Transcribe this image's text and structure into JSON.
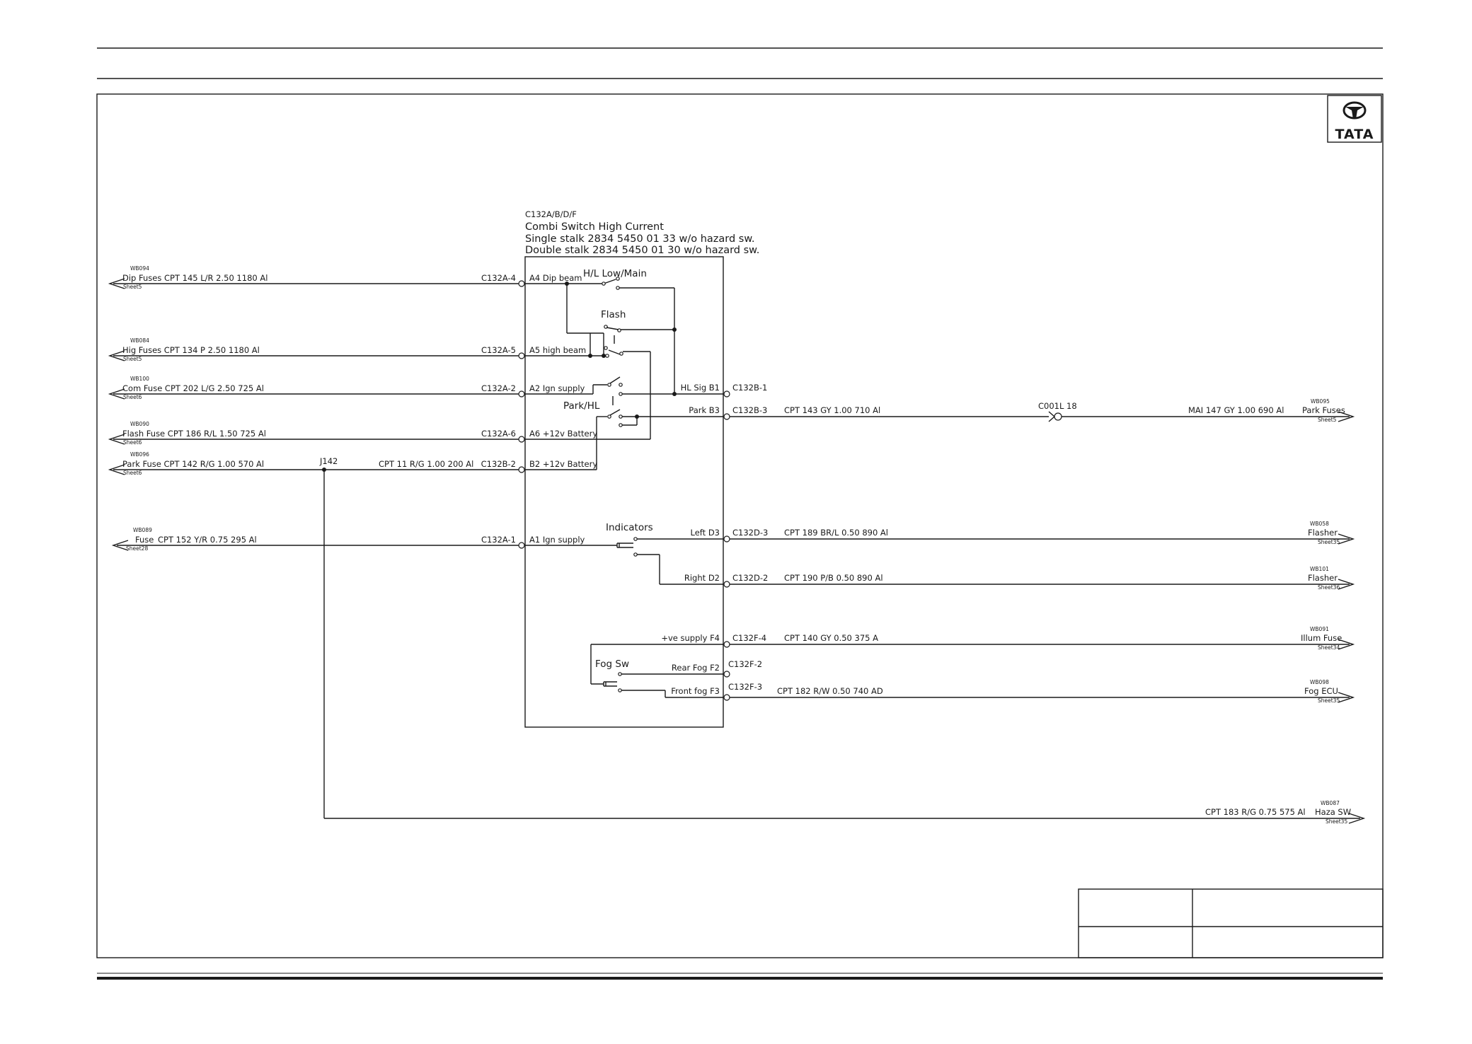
{
  "brand": {
    "logo_text": "TATA"
  },
  "component": {
    "id": "C132A/B/D/F",
    "name": "Combi Switch High Current",
    "single_stalk": "Single stalk 2834 5450 01 33 w/o hazard sw.",
    "double_stalk": "Double stalk 2834 5450 01 30 w/o hazard sw."
  },
  "switches": {
    "hl": "H/L Low/Main",
    "flash": "Flash",
    "park_hl": "Park/HL",
    "indicators": "Indicators",
    "fog": "Fog Sw"
  },
  "left_circuits": [
    {
      "ref": "WB094",
      "text": "Dip Fuses CPT 145 L/R 2.50 1180 Al",
      "sheet": "Sheet5",
      "connector": "C132A-4",
      "pin": "A4 Dip beam"
    },
    {
      "ref": "WB084",
      "text": "Hig Fuses CPT 134 P 2.50 1180 Al",
      "sheet": "Sheet5",
      "connector": "C132A-5",
      "pin": "A5 high beam"
    },
    {
      "ref": "WB100",
      "text": "Com Fuse CPT 202 L/G 2.50 725 Al",
      "sheet": "Sheet6",
      "connector": "C132A-2",
      "pin": "A2 Ign supply"
    },
    {
      "ref": "WB090",
      "text": "Flash Fuse CPT 186 R/L 1.50 725 Al",
      "sheet": "Sheet6",
      "connector": "C132A-6",
      "pin": "A6 +12v Battery"
    },
    {
      "ref": "WB096",
      "text": "Park Fuse CPT 142 R/G 1.00 570 Al",
      "sheet": "Sheet6",
      "connector": "C132B-2",
      "pin": "B2 +12v Battery"
    },
    {
      "ref": "WB089",
      "text": "Fuse",
      "wire": "CPT 152 Y/R 0.75 295 Al",
      "sheet": "Sheet28",
      "connector": "C132A-1",
      "pin": "A1 Ign supply"
    }
  ],
  "junction": {
    "id": "J142",
    "wire": "CPT 11 R/G 1.00 200 Al"
  },
  "right_circuits": [
    {
      "pin": "HL Sig B1",
      "connector": "C132B-1"
    },
    {
      "pin": "Park B3",
      "connector": "C132B-3",
      "wire": "CPT 143 GY 1.00 710 Al",
      "inline": "C001L 18",
      "wire2": "MAI 147 GY 1.00 690 Al",
      "ref": "WB095",
      "dest": "Park Fuses",
      "sheet": "Sheet5"
    },
    {
      "pin": "Left D3",
      "connector": "C132D-3",
      "wire": "CPT 189 BR/L 0.50 890 Al",
      "ref": "WB058",
      "dest": "Flasher",
      "sheet": "Sheet35"
    },
    {
      "pin": "Right D2",
      "connector": "C132D-2",
      "wire": "CPT 190 P/B 0.50 890 Al",
      "ref": "WB101",
      "dest": "Flasher",
      "sheet": "Sheet36"
    },
    {
      "pin": "+ve supply F4",
      "connector": "C132F-4",
      "wire": "CPT 140 GY 0.50 375 A",
      "ref": "WB091",
      "dest": "Illum Fuse",
      "sheet": "Sheet34"
    },
    {
      "pin": "Rear Fog F2",
      "connector": "C132F-2"
    },
    {
      "pin": "Front fog F3",
      "connector": "C132F-3",
      "wire": "CPT 182 R/W 0.50 740 AD",
      "ref": "WB098",
      "dest": "Fog ECU",
      "sheet": "Sheet35"
    }
  ],
  "hazard": {
    "wire": "CPT 183 R/G 0.75 575 Al",
    "ref": "WB087",
    "dest": "Haza SW",
    "sheet": "Sheet35"
  }
}
